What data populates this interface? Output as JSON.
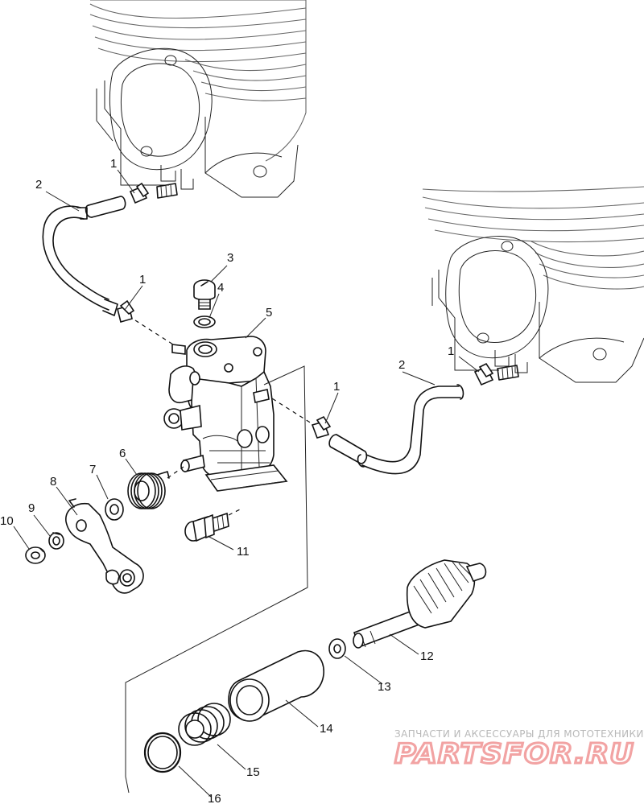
{
  "callouts": [
    {
      "id": "c1a",
      "label": "1"
    },
    {
      "id": "c2a",
      "label": "2"
    },
    {
      "id": "c3",
      "label": "3"
    },
    {
      "id": "c1b",
      "label": "1"
    },
    {
      "id": "c4",
      "label": "4"
    },
    {
      "id": "c5",
      "label": "5"
    },
    {
      "id": "c2b",
      "label": "2"
    },
    {
      "id": "c1c",
      "label": "1"
    },
    {
      "id": "c1d",
      "label": "1"
    },
    {
      "id": "c6",
      "label": "6"
    },
    {
      "id": "c7",
      "label": "7"
    },
    {
      "id": "c8",
      "label": "8"
    },
    {
      "id": "c9",
      "label": "9"
    },
    {
      "id": "c10",
      "label": "10"
    },
    {
      "id": "c11",
      "label": "11"
    },
    {
      "id": "c12",
      "label": "12"
    },
    {
      "id": "c13",
      "label": "13"
    },
    {
      "id": "c14",
      "label": "14"
    },
    {
      "id": "c15",
      "label": "15"
    },
    {
      "id": "c16",
      "label": "16"
    }
  ],
  "watermark": {
    "tagline": "ЗАПЧАСТИ И АКСЕССУАРЫ ДЛЯ МОТОТЕХНИКИ",
    "logo": "PARTSFOR.RU",
    "color": "#f2a3a3"
  }
}
